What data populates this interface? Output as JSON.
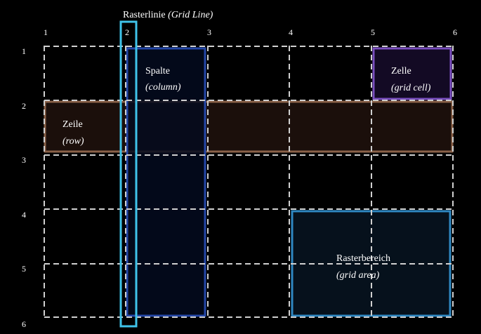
{
  "title": {
    "text": "Rasterlinie",
    "translation": "(Grid Line)"
  },
  "column_numbers": [
    "1",
    "2",
    "3",
    "4",
    "5",
    "6"
  ],
  "row_numbers": [
    "1",
    "2",
    "3",
    "4",
    "5",
    "6"
  ],
  "labels": {
    "column": {
      "main": "Spalte",
      "translation": "(column)"
    },
    "row": {
      "main": "Zeile",
      "translation": "(row)"
    },
    "cell": {
      "main": "Zelle",
      "translation": "(grid cell)"
    },
    "area": {
      "main": "Rasterbereich",
      "translation": "(grid area)"
    }
  },
  "colors": {
    "background": "#000000",
    "grid_line": "#d0d0d0",
    "grid_line_highlight": "#3fc3ea",
    "column": "#2447a8",
    "row": "#8a6148",
    "cell": "#7a4fbf",
    "area": "#2f88c2"
  }
}
